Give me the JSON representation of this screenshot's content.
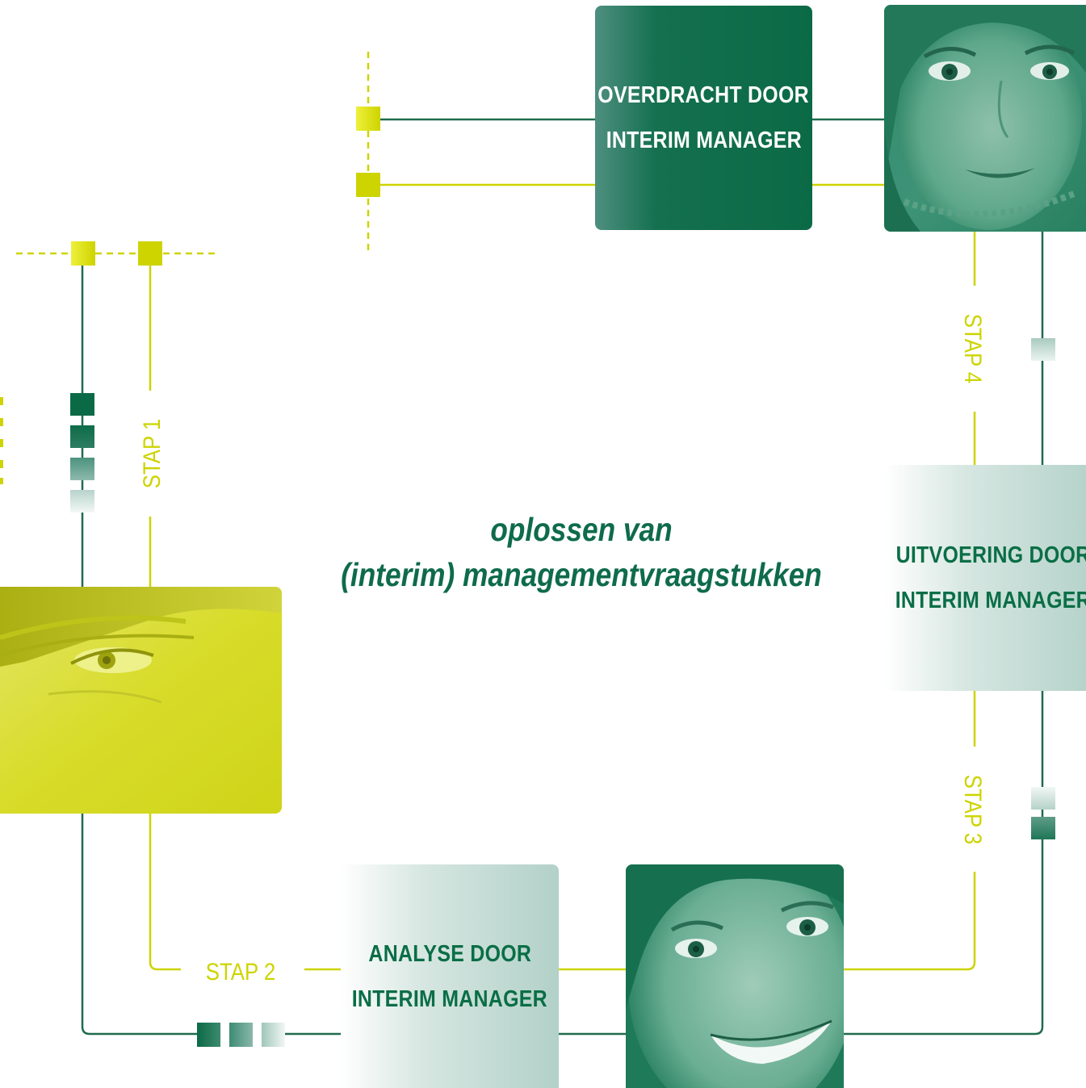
{
  "title": {
    "line1": "oplossen van",
    "line2": "(interim) managementvraagstukken"
  },
  "steps": {
    "stap1": "STAP 1",
    "stap2": "STAP 2",
    "stap3": "STAP 3",
    "stap4": "STAP 4"
  },
  "boxes": {
    "overdracht": {
      "line1": "OVERDRACHT DOOR",
      "line2": "INTERIM MANAGER"
    },
    "uitvoering": {
      "line1": "UITVOERING DOOR",
      "line2": "INTERIM MANAGER"
    },
    "analyse": {
      "line1": "ANALYSE DOOR",
      "line2": "INTERIM MANAGER"
    }
  },
  "colors": {
    "dark_green": "#0b6a46",
    "light_green": "#b2d1c8",
    "lime": "#cdd400",
    "line_green": "#1f6b4e"
  }
}
